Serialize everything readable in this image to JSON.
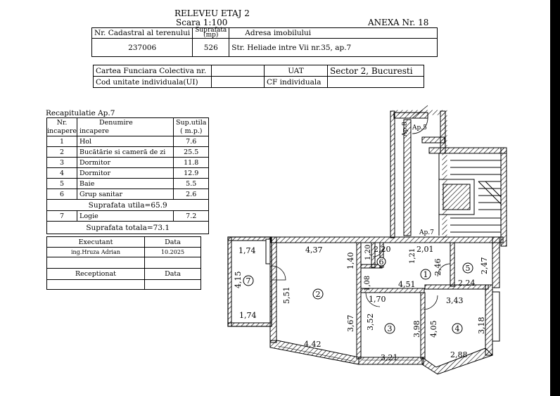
{
  "header": {
    "title": "RELEVEU ETAJ 2",
    "scale": "Scara 1:100",
    "annex": "ANEXA Nr. 18"
  },
  "cadastral": {
    "col_nr": "Nr. Cadastral al terenului",
    "col_suprafata": "Suprafata",
    "col_mp": "(mp)",
    "col_adresa": "Adresa imobilului",
    "nr": "237006",
    "suprafata": "526",
    "adresa": "Str. Heliade intre Vii nr.35, ap.7"
  },
  "carte": {
    "cf_label": "Cartea Funciara Colectiva nr.",
    "uat_label": "UAT",
    "uat_value": "Sector 2, Bucuresti",
    "cod_label": "Cod unitate individuala(UI)",
    "cf_ind_label": "CF individuala"
  },
  "recap": {
    "title": "Recapitulatie Ap.7",
    "col_nr_1": "Nr.",
    "col_nr_2": "incapere",
    "col_den_1": "Denumire",
    "col_den_2": "incapere",
    "col_sup_1": "Sup.utila",
    "col_sup_2": "( m.p.)",
    "rows": [
      {
        "nr": "1",
        "name": "Hol",
        "area": "7.6"
      },
      {
        "nr": "2",
        "name": "Bucătărie si cameră de zi",
        "area": "25.5"
      },
      {
        "nr": "3",
        "name": "Dormitor",
        "area": "11.8"
      },
      {
        "nr": "4",
        "name": "Dormitor",
        "area": "12.9"
      },
      {
        "nr": "5",
        "name": "Baie",
        "area": "5.5"
      },
      {
        "nr": "6",
        "name": "Grup sanitar",
        "area": "2.6"
      }
    ],
    "suprafata_utila": "Suprafata utila=65.9",
    "logie": {
      "nr": "7",
      "name": "Logie",
      "area": "7.2"
    },
    "suprafata_totala": "Suprafata totala=73.1",
    "executant_label": "Executant",
    "data_label": "Data",
    "executant_name": "ing.Hruza Adrian",
    "executant_date": "10.2025",
    "receptionat_label": "Receptionat",
    "receptionat_data": "Data"
  },
  "plan": {
    "labels": {
      "ap8": "Ap.8",
      "ap5": "Ap.5",
      "ap7": "Ap.7"
    },
    "rooms": [
      "1",
      "2",
      "3",
      "4",
      "5",
      "6",
      "7"
    ],
    "dims": {
      "d174a": "1,74",
      "d415": "4,15",
      "d174b": "1,74",
      "d437": "4,37",
      "d551": "5,51",
      "d140": "1,40",
      "d120": "1,20",
      "d220": "2,20",
      "d121": "1,21",
      "d201": "2,01",
      "d246": "2,46",
      "d247": "2,47",
      "d224": "2,24",
      "d108": "1,08",
      "d451": "4,51",
      "d170": "1,70",
      "d343": "3,43",
      "d367": "3,67",
      "d352": "3,52",
      "d398": "3,98",
      "d405": "4,05",
      "d318": "3,18",
      "d442": "4,42",
      "d321": "3,21",
      "d288": "2,88"
    }
  }
}
